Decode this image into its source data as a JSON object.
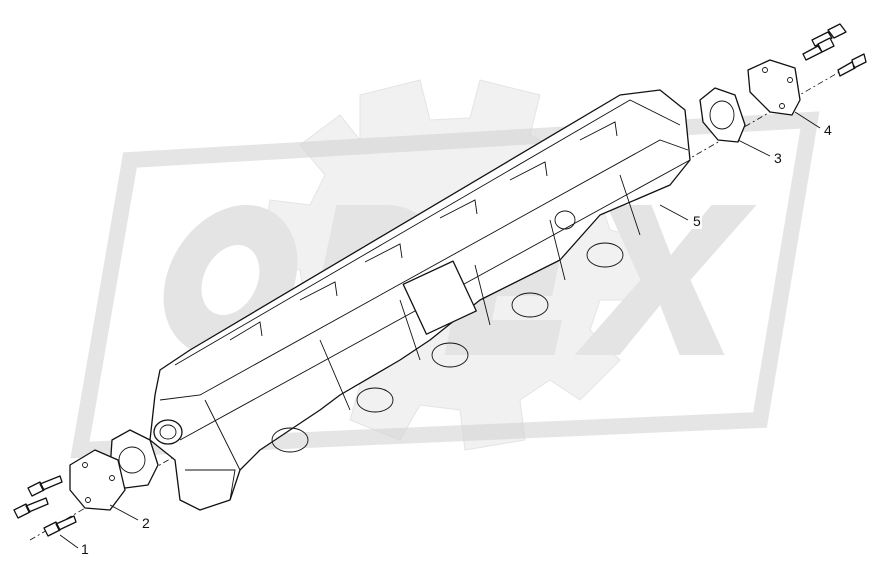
{
  "diagram": {
    "watermark": "ODEX",
    "callouts": [
      {
        "id": "1",
        "part": "bolt"
      },
      {
        "id": "2",
        "part": "cover-plate"
      },
      {
        "id": "3",
        "part": "gasket"
      },
      {
        "id": "4",
        "part": "cover-plate"
      },
      {
        "id": "5",
        "part": "exhaust-manifold"
      }
    ]
  }
}
